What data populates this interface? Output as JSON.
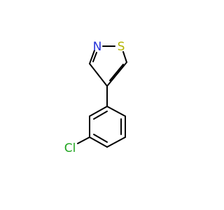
{
  "atoms": {
    "nitrogen": {
      "label": "N",
      "color": "#2633d9"
    },
    "sulfur": {
      "label": "S",
      "color": "#b3b300"
    },
    "chlorine": {
      "label": "Cl",
      "color": "#1fa51f"
    }
  },
  "colors": {
    "bond": "#000000",
    "background": "#ffffff"
  }
}
